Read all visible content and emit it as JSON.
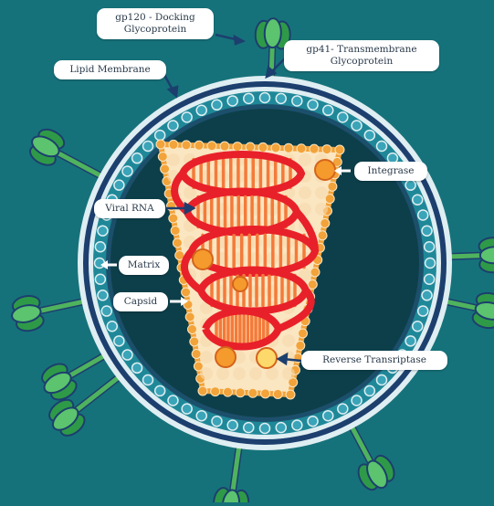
{
  "labels": {
    "gp120_line1": "gp120 - Docking",
    "gp120_line2": "Glycoprotein",
    "gp41_line1": "gp41- Transmembrane",
    "gp41_line2": "Glycoprotein",
    "lipid_membrane": "Lipid Membrane",
    "integrase": "Integrase",
    "viral_rna": "Viral RNA",
    "matrix": "Matrix",
    "capsid": "Capsid",
    "reverse_transcriptase": "Reverse Transriptase"
  },
  "colors": {
    "background": "#16727a",
    "outer_membrane": "#dfeef2",
    "membrane_blue": "#1c3f6e",
    "membrane_dots": "#3aa4b8",
    "interior": "#0d3f4a",
    "capsid_fill": "#fbe6c2",
    "capsid_dots": "#f2a33a",
    "rna": "#e8202a",
    "rna_teeth": "#f47a3a",
    "enzyme": "#f59a2c",
    "glycoprotein": "#2e9a48",
    "arrow": "#1c3f6e"
  }
}
